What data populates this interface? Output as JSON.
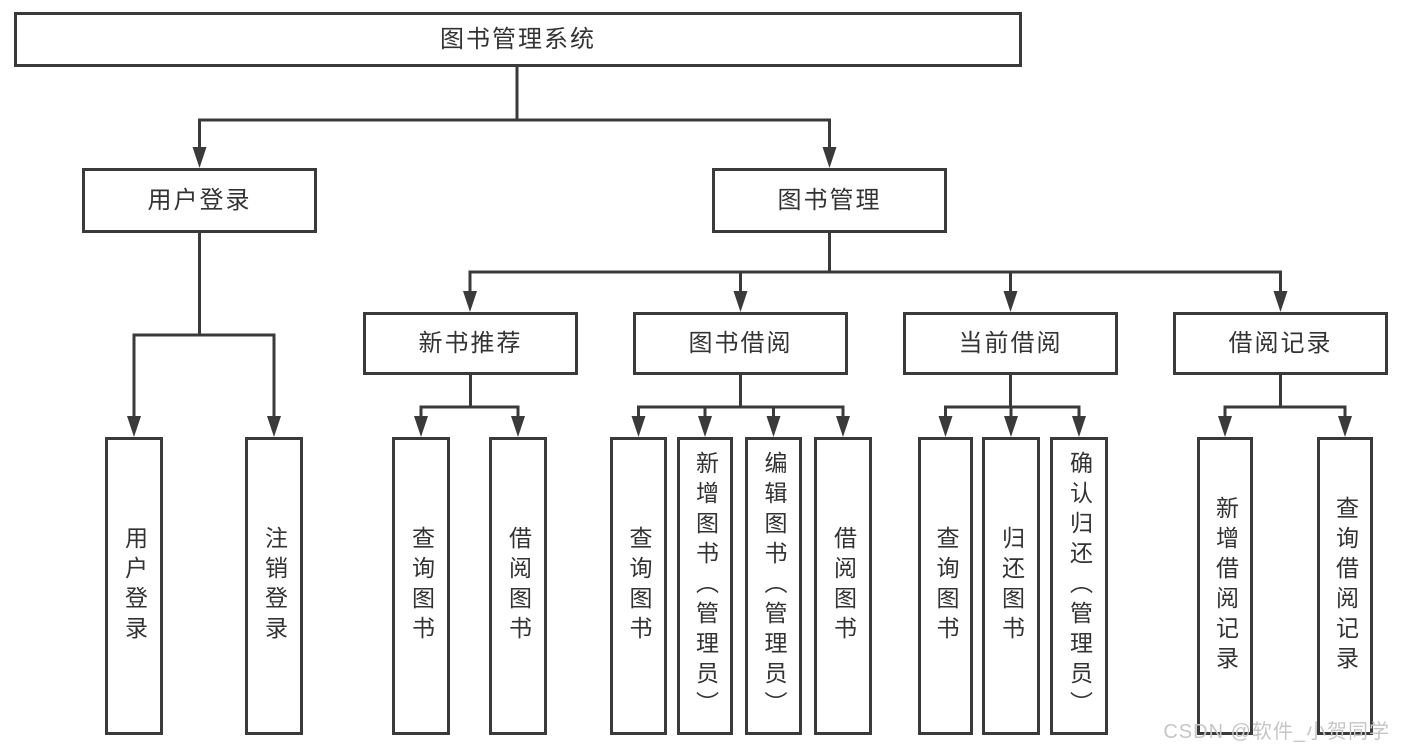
{
  "colors": {
    "line": "#3a3a3a",
    "text": "#333333",
    "box_background": "#ffffff",
    "watermark": "#c6c6c6"
  },
  "watermark": {
    "text": "CSDN @软件_小贺同学"
  },
  "tree": {
    "label": "图书管理系统",
    "children": [
      {
        "label": "用户登录",
        "children": [
          {
            "label": "用户登录"
          },
          {
            "label": "注销登录"
          }
        ]
      },
      {
        "label": "图书管理",
        "children": [
          {
            "label": "新书推荐",
            "children": [
              {
                "label": "查询图书"
              },
              {
                "label": "借阅图书"
              }
            ]
          },
          {
            "label": "图书借阅",
            "children": [
              {
                "label": "查询图书"
              },
              {
                "label": "新增图书（管理员）"
              },
              {
                "label": "编辑图书（管理员）"
              },
              {
                "label": "借阅图书"
              }
            ]
          },
          {
            "label": "当前借阅",
            "children": [
              {
                "label": "查询图书"
              },
              {
                "label": "归还图书"
              },
              {
                "label": "确认归还（管理员）"
              }
            ]
          },
          {
            "label": "借阅记录",
            "children": [
              {
                "label": "新增借阅记录"
              },
              {
                "label": "查询借阅记录"
              }
            ]
          }
        ]
      }
    ]
  }
}
